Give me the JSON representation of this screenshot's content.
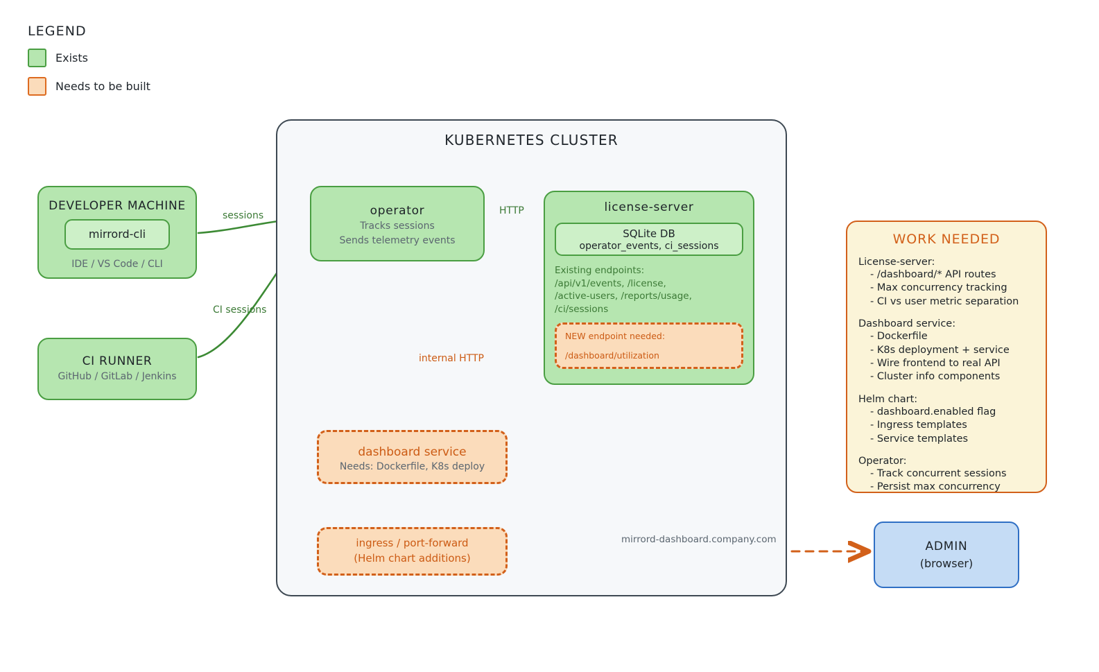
{
  "legend": {
    "title": "LEGEND",
    "items": [
      {
        "label": "Exists",
        "color": "#b6e6b0",
        "border": "#4a9e42"
      },
      {
        "label": "Needs to be built",
        "color": "#fbdcbb",
        "border": "#dd6b20"
      }
    ]
  },
  "cluster": {
    "title": "KUBERNETES CLUSTER"
  },
  "nodes": {
    "developer_machine": {
      "title": "DEVELOPER MACHINE",
      "inner": "mirrord-cli",
      "subtitle": "IDE / VS Code / CLI"
    },
    "ci_runner": {
      "title": "CI RUNNER",
      "subtitle": "GitHub / GitLab / Jenkins"
    },
    "operator": {
      "title": "operator",
      "sub1": "Tracks sessions",
      "sub2": "Sends telemetry events"
    },
    "license_server": {
      "title": "license-server",
      "db_title": "SQLite DB",
      "db_tables": "operator_events, ci_sessions",
      "endpoints_heading": "Existing endpoints:",
      "endpoints_lines": [
        "/api/v1/events, /license,",
        "/active-users, /reports/usage,",
        "/ci/sessions"
      ],
      "new_endpoint_heading": "NEW endpoint needed:",
      "new_endpoint_path": "/dashboard/utilization"
    },
    "dashboard_service": {
      "title": "dashboard service",
      "subtitle": "Needs: Dockerfile, K8s deploy"
    },
    "ingress": {
      "line1": "ingress / port-forward",
      "line2": "(Helm chart additions)"
    },
    "admin": {
      "title": "ADMIN",
      "subtitle": "(browser)"
    }
  },
  "work_needed": {
    "title": "WORK NEEDED",
    "groups": [
      {
        "heading": "License-server:",
        "items": [
          "- /dashboard/* API routes",
          "- Max concurrency tracking",
          "- CI vs user metric separation"
        ]
      },
      {
        "heading": "Dashboard service:",
        "items": [
          "- Dockerfile",
          "- K8s deployment + service",
          "- Wire frontend to real API",
          "- Cluster info components"
        ]
      },
      {
        "heading": "Helm chart:",
        "items": [
          "- dashboard.enabled flag",
          "- Ingress templates",
          "- Service templates"
        ]
      },
      {
        "heading": "Operator:",
        "items": [
          "- Track concurrent sessions",
          "- Persist max concurrency"
        ]
      }
    ]
  },
  "edges": {
    "sessions": "sessions",
    "ci_sessions": "CI sessions",
    "http": "HTTP",
    "internal_http": "internal HTTP",
    "dashboard_url": "mirrord-dashboard.company.com"
  },
  "colors": {
    "exists_fill": "#b6e6b0",
    "exists_stroke": "#4a9e42",
    "todo_fill": "#fbdcbb",
    "todo_stroke": "#d2601a",
    "admin_fill": "#c5dcf5",
    "admin_stroke": "#2f6fc4",
    "cluster_fill": "#f6f8fa",
    "cluster_stroke": "#3d4852",
    "work_fill": "#fbf4d8"
  }
}
